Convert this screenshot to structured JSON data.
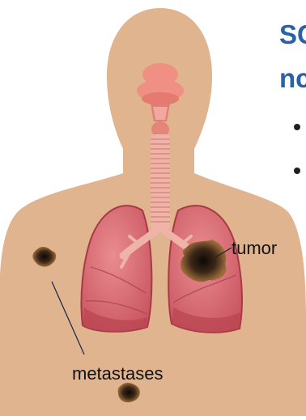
{
  "heading": {
    "line1": "SC",
    "line2": "nc"
  },
  "bullets": [
    "",
    ""
  ],
  "labels": {
    "tumor": "tumor",
    "metastases": "metastases"
  },
  "colors": {
    "skin": "#e0b48f",
    "lung": "#d86a72",
    "lung_dark": "#b8444f",
    "trachea": "#efb3a8",
    "larynx": "#f08f83",
    "tumor": "#3b2718",
    "heading": "#2a62a8"
  },
  "icons": [
    "tumor-icon",
    "metastasis-icon"
  ]
}
